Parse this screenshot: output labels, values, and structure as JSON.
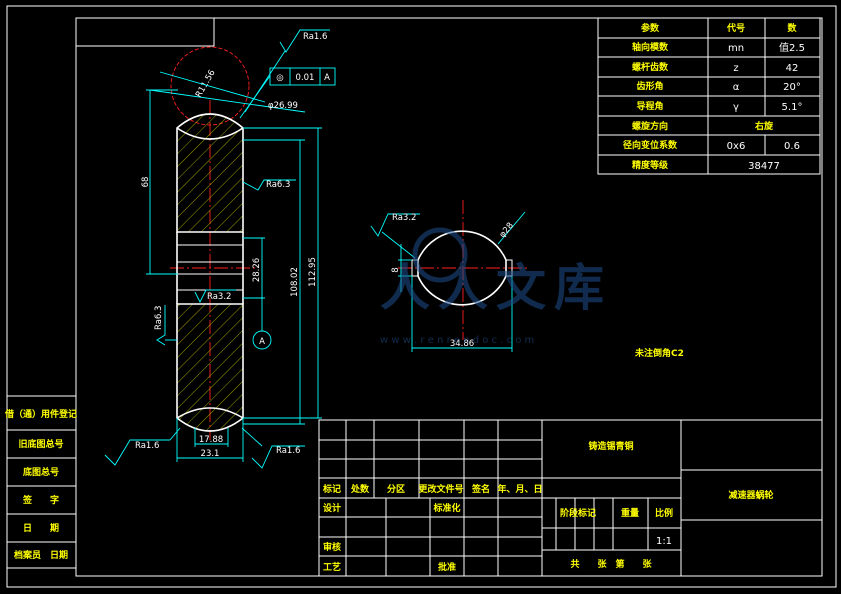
{
  "params": {
    "header": [
      "参数",
      "代号",
      "数"
    ],
    "rows": [
      {
        "name": "轴向模数",
        "sym": "mn",
        "val": "值2.5"
      },
      {
        "name": "螺杆齿数",
        "sym": "z",
        "val": "42"
      },
      {
        "name": "齿形角",
        "sym": "α",
        "val": "20°"
      },
      {
        "name": "导程角",
        "sym": "γ",
        "val": "5.1°"
      },
      {
        "name": "螺旋方向",
        "sym": "",
        "val": "右旋"
      },
      {
        "name": "径向变位系数",
        "sym": "0x6",
        "val": "0.6"
      },
      {
        "name": "精度等级",
        "sym": "",
        "val": "38477"
      }
    ]
  },
  "left_strip": [
    "借（通）用件登记",
    "旧底图总号",
    "底图总号",
    "签　　字",
    "日　　期",
    "档案员　日期"
  ],
  "dims": {
    "ra_top": "Ra1.6",
    "tol_sym": "◎",
    "tol_val": "0.01",
    "tol_ref": "A",
    "r_arc": "R11.56",
    "dia_outer": "φ26.99",
    "d68": "68",
    "ra63_right": "Ra6.3",
    "d2826": "28.26",
    "d10802": "108.02",
    "d11295": "112.95",
    "ra32_mid": "Ra3.2",
    "ra63_left": "Ra6.3",
    "datum": "A",
    "d1788": "17.88",
    "d231": "23.1",
    "ra16_bl": "Ra1.6",
    "ra16_br": "Ra1.6",
    "ra32_sec": "Ra3.2",
    "dia_sec": "φ28",
    "d8": "8",
    "d3486": "34.86"
  },
  "note": "未注倒角C2",
  "watermark": {
    "text": "人人文库",
    "url": "w w w . r e n r e n d o c . c o m"
  },
  "title_block": {
    "material": "铸造锡青铜",
    "part_name": "减速器蜗轮",
    "rev_headers": [
      "标记",
      "处数",
      "分区",
      "更改文件号",
      "签名",
      "年、月、日"
    ],
    "design": "设计",
    "standard": "标准化",
    "review": "审核",
    "process": "工艺",
    "approve": "批准",
    "stage": "阶段标记",
    "weight": "重量",
    "scale_label": "比例",
    "scale": "1:1",
    "sheets": "共　　张　第　　张"
  }
}
